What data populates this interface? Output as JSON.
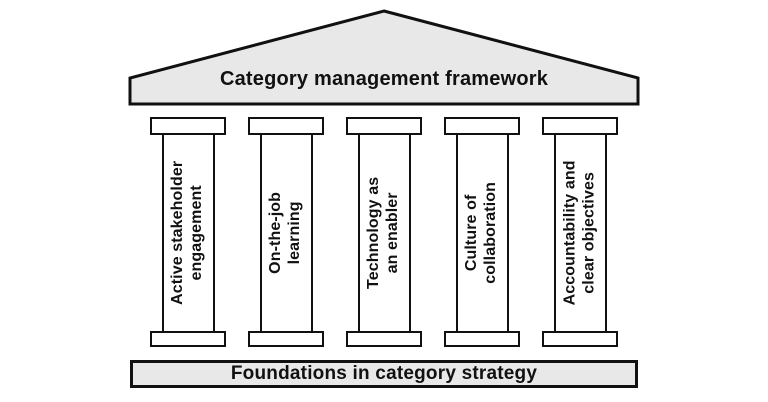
{
  "diagram": {
    "type": "pillar-framework",
    "roof": {
      "title": "Category management framework"
    },
    "pillars": [
      {
        "label": "Active stakeholder\nengagement"
      },
      {
        "label": "On-the-job\nlearning"
      },
      {
        "label": "Technology as\nan enabler"
      },
      {
        "label": "Culture of\ncollaboration"
      },
      {
        "label": "Accountability and\nclear objectives"
      }
    ],
    "foundation": {
      "label": "Foundations in category strategy"
    },
    "colors": {
      "shape_fill": "#e8e8e8",
      "pillar_fill": "#ffffff",
      "stroke": "#111111",
      "background": "#ffffff",
      "text": "#111111"
    }
  }
}
